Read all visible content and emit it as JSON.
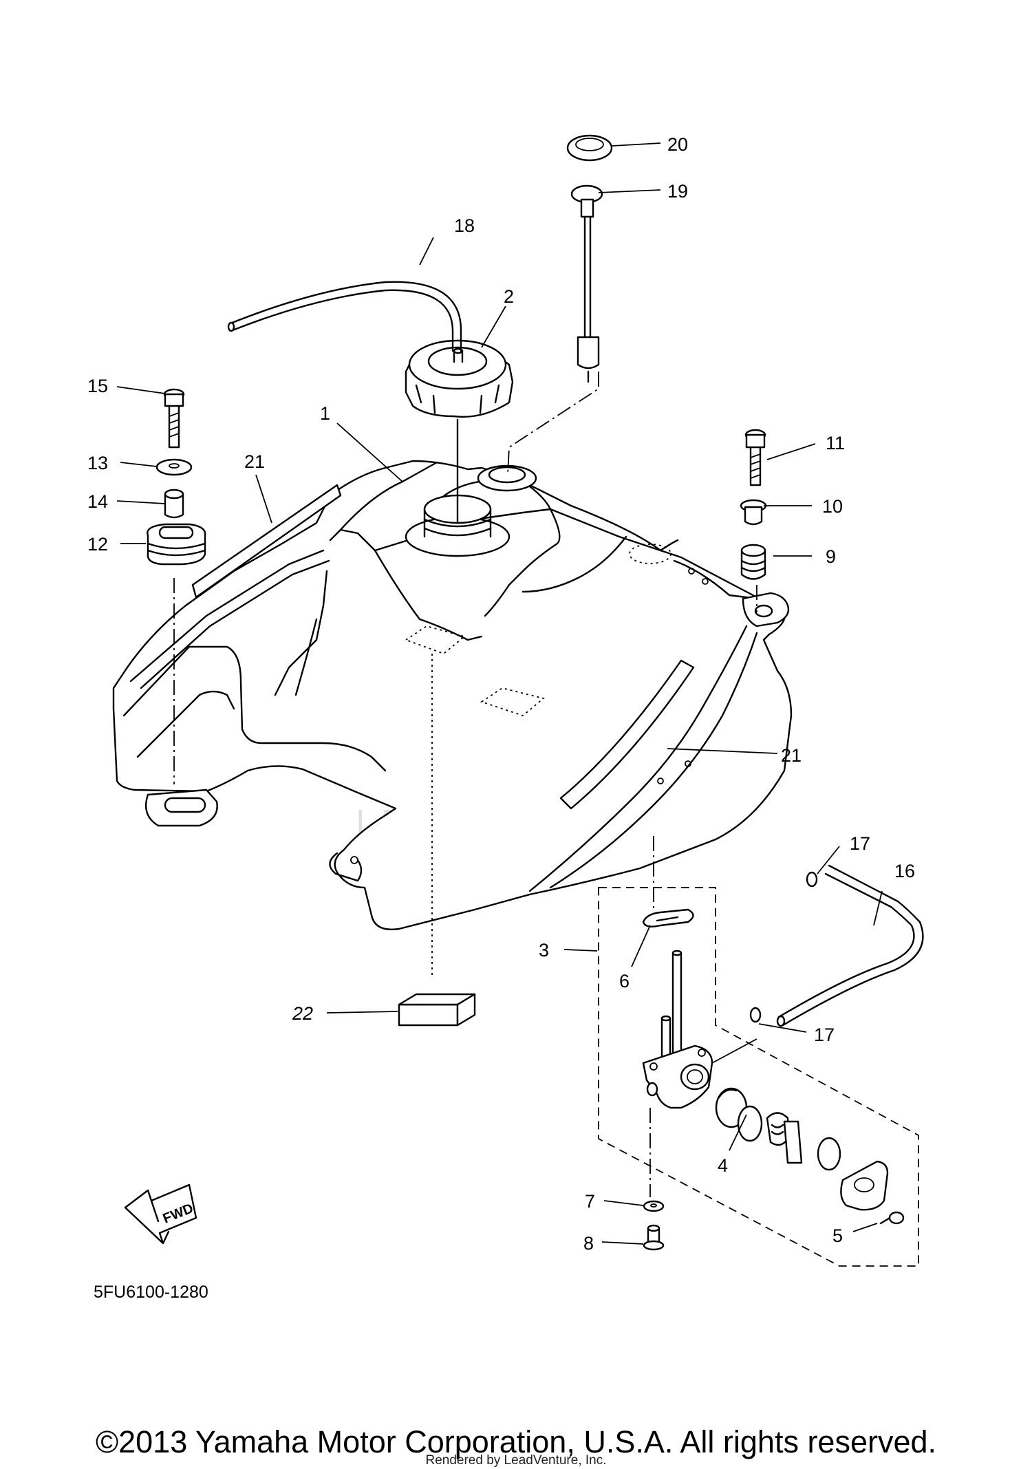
{
  "diagram": {
    "diagram_code": "5FU6100-1280",
    "fwd_label": "FWD",
    "watermark": "LEADVENTURE",
    "callouts": [
      {
        "id": "c1",
        "label": "1"
      },
      {
        "id": "c2",
        "label": "2"
      },
      {
        "id": "c3",
        "label": "3"
      },
      {
        "id": "c4",
        "label": "4"
      },
      {
        "id": "c5",
        "label": "5"
      },
      {
        "id": "c6",
        "label": "6"
      },
      {
        "id": "c7",
        "label": "7"
      },
      {
        "id": "c8",
        "label": "8"
      },
      {
        "id": "c9",
        "label": "9"
      },
      {
        "id": "c10",
        "label": "10"
      },
      {
        "id": "c11",
        "label": "11"
      },
      {
        "id": "c12",
        "label": "12"
      },
      {
        "id": "c13",
        "label": "13"
      },
      {
        "id": "c14",
        "label": "14"
      },
      {
        "id": "c15",
        "label": "15"
      },
      {
        "id": "c16",
        "label": "16"
      },
      {
        "id": "c17a",
        "label": "17"
      },
      {
        "id": "c17b",
        "label": "17"
      },
      {
        "id": "c18",
        "label": "18"
      },
      {
        "id": "c19",
        "label": "19"
      },
      {
        "id": "c20",
        "label": "20"
      },
      {
        "id": "c21a",
        "label": "21"
      },
      {
        "id": "c21b",
        "label": "21"
      },
      {
        "id": "c22",
        "label": "22"
      }
    ]
  },
  "footer": {
    "copyright": "©2013 Yamaha Motor Corporation, U.S.A. All rights reserved.",
    "rendered_by": "Rendered by LeadVenture, Inc."
  }
}
